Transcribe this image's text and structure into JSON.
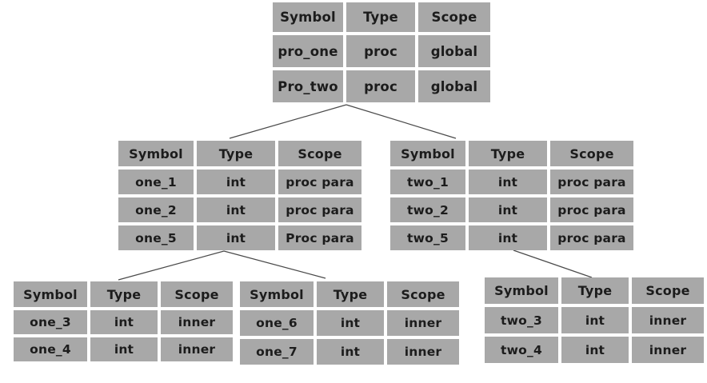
{
  "diagram": {
    "description": "symbol-table-tree",
    "colors": {
      "background": "#ffffff",
      "cell_bg": "#a8a8a8",
      "text": "#1c1c1c",
      "line": "#4a4a4a"
    },
    "tables": [
      {
        "id": "root",
        "headers": [
          "Symbol",
          "Type",
          "Scope"
        ],
        "rows": [
          [
            "pro_one",
            "proc",
            "global"
          ],
          [
            "Pro_two",
            "proc",
            "global"
          ]
        ]
      },
      {
        "id": "one-params",
        "headers": [
          "Symbol",
          "Type",
          "Scope"
        ],
        "rows": [
          [
            "one_1",
            "int",
            "proc para"
          ],
          [
            "one_2",
            "int",
            "proc para"
          ],
          [
            "one_5",
            "int",
            "Proc para"
          ]
        ]
      },
      {
        "id": "two-params",
        "headers": [
          "Symbol",
          "Type",
          "Scope"
        ],
        "rows": [
          [
            "two_1",
            "int",
            "proc para"
          ],
          [
            "two_2",
            "int",
            "proc para"
          ],
          [
            "two_5",
            "int",
            "proc para"
          ]
        ]
      },
      {
        "id": "one-inner-a",
        "headers": [
          "Symbol",
          "Type",
          "Scope"
        ],
        "rows": [
          [
            "one_3",
            "int",
            "inner"
          ],
          [
            "one_4",
            "int",
            "inner"
          ]
        ]
      },
      {
        "id": "one-inner-b",
        "headers": [
          "Symbol",
          "Type",
          "Scope"
        ],
        "rows": [
          [
            "one_6",
            "int",
            "inner"
          ],
          [
            "one_7",
            "int",
            "inner"
          ]
        ]
      },
      {
        "id": "two-inner",
        "headers": [
          "Symbol",
          "Type",
          "Scope"
        ],
        "rows": [
          [
            "two_3",
            "int",
            "inner"
          ],
          [
            "two_4",
            "int",
            "inner"
          ]
        ]
      }
    ],
    "edges": [
      {
        "from": "root",
        "to": "one-params"
      },
      {
        "from": "root",
        "to": "two-params"
      },
      {
        "from": "one-params",
        "to": "one-inner-a"
      },
      {
        "from": "one-params",
        "to": "one-inner-b"
      },
      {
        "from": "two-params",
        "to": "two-inner"
      }
    ]
  }
}
